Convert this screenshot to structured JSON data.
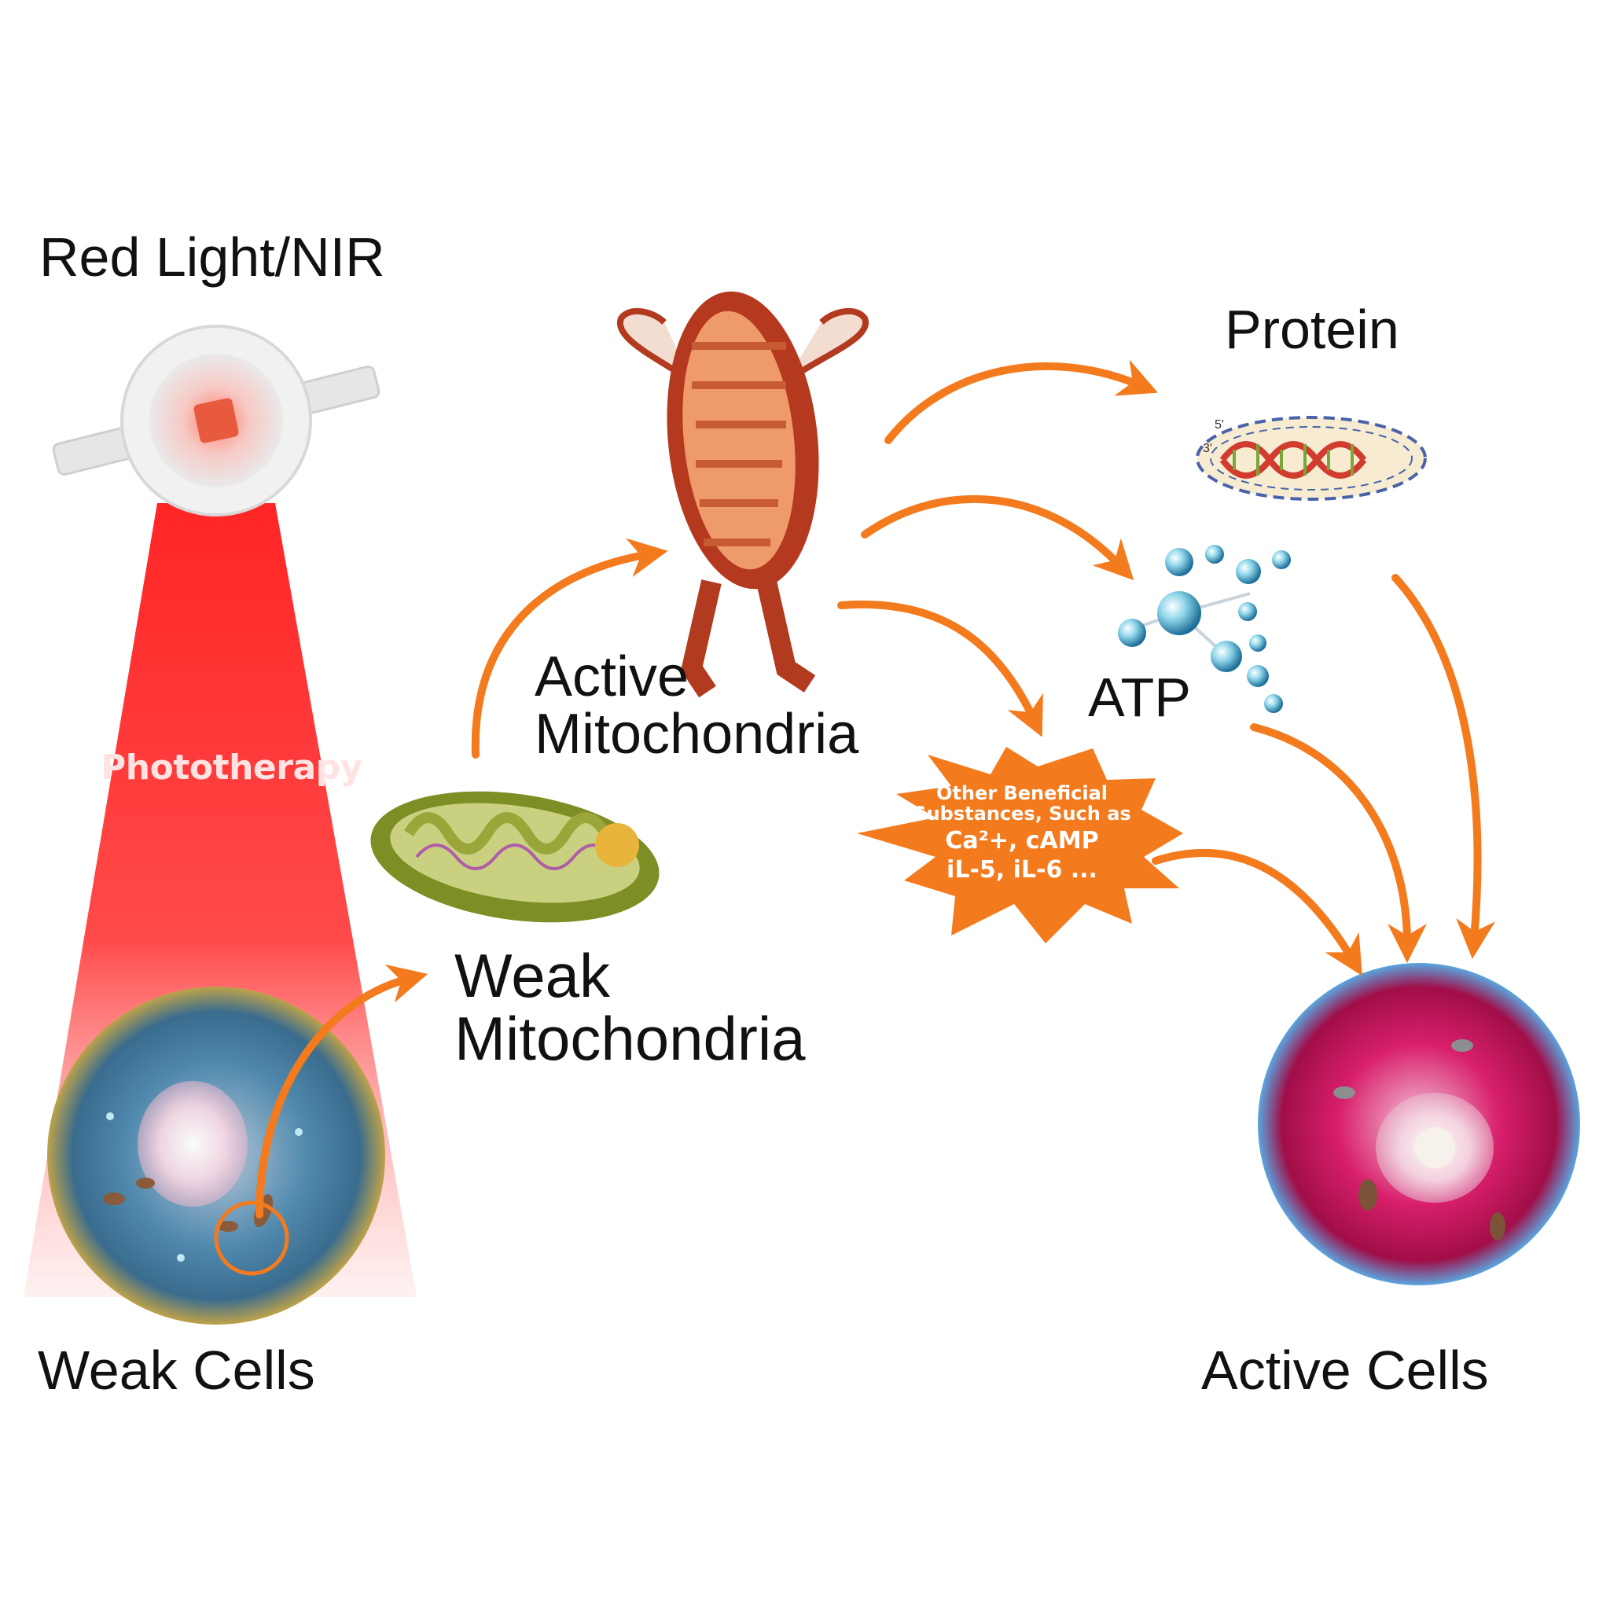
{
  "labels": {
    "red_light": "Red Light/NIR",
    "phototherapy": "Phototherapy",
    "active_mitochondria_line1": "Active",
    "active_mitochondria_line2": "Mitochondria",
    "weak_mitochondria_line1": "Weak",
    "weak_mitochondria_line2": "Mitochondria",
    "protein": "Protein",
    "atp": "ATP",
    "weak_cells": "Weak Cells",
    "active_cells": "Active Cells",
    "dna_5": "5'",
    "dna_3": "3'"
  },
  "burst": {
    "line1": "Other Beneficial",
    "line2": "Substances, Such as",
    "line3": "Ca²+,   cAMP",
    "line4": "iL-5, iL-6 ..."
  },
  "colors": {
    "arrow": "#f47a1e",
    "beam": "#ff1f1f",
    "burst": "#f47a1e",
    "weak_cell": "#3f7fa5",
    "active_cell": "#c8145a",
    "mitochondria_active": "#b13a1f",
    "mitochondria_weak": "#8a9a2c"
  },
  "icons": [
    "led-chip-icon",
    "mitochondria-muscle-icon",
    "mitochondria-weak-icon",
    "dna-icon",
    "atp-molecule-icon",
    "weak-cell-icon",
    "active-cell-icon"
  ]
}
